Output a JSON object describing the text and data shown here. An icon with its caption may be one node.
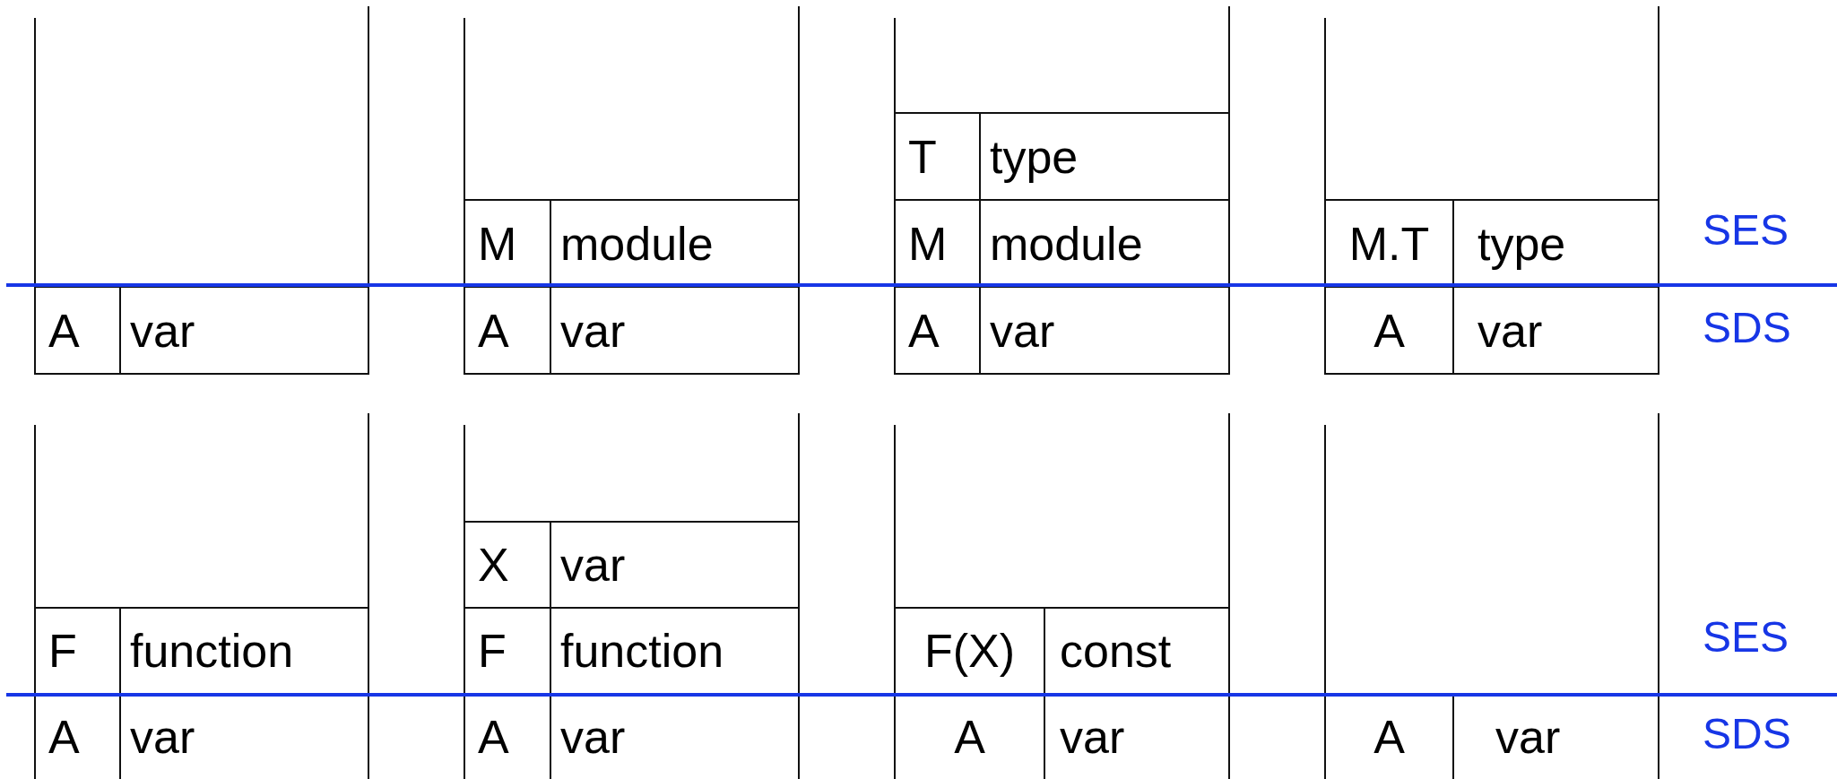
{
  "diagram": {
    "nodes": [
      {
        "text": [],
        "shape": "box"
      },
      {
        "text": [
          "A",
          "var"
        ],
        "in": 0
      },
      {
        "text": [],
        "shape": "box"
      },
      {
        "text": [
          "M",
          "module"
        ],
        "in": 2
      },
      {
        "text": [
          "A",
          "var"
        ],
        "in": 2
      },
      {
        "text": [],
        "shape": "box"
      },
      {
        "text": [
          "T",
          "type"
        ],
        "in": 5
      },
      {
        "text": [
          "M",
          "module"
        ],
        "in": 5
      },
      {
        "text": [
          "A",
          "var"
        ],
        "in": 5
      },
      {
        "text": [],
        "shape": "box"
      },
      {
        "text": [
          "M.T",
          "type"
        ],
        "in": 9
      },
      {
        "text": [
          "A",
          "var"
        ],
        "in": 9
      },
      {
        "text": [],
        "shape": "box"
      },
      {
        "text": [
          "F",
          "function"
        ],
        "in": 12
      },
      {
        "text": [
          "A",
          "var"
        ],
        "in": 12
      },
      {
        "text": [],
        "shape": "box"
      },
      {
        "text": [
          "X",
          "var"
        ],
        "in": 15
      },
      {
        "text": [
          "F",
          "function"
        ],
        "in": 15
      },
      {
        "text": [
          "A",
          "var"
        ],
        "in": 15
      },
      {
        "text": [],
        "shape": "box"
      },
      {
        "text": [
          "F(X)",
          "const"
        ],
        "in": 19
      },
      {
        "text": [
          "A",
          "var"
        ],
        "in": 19
      },
      {
        "text": [],
        "shape": "box"
      },
      {
        "text": [
          "A",
          "var"
        ],
        "in": 22
      }
    ],
    "edges": [],
    "labels": [
      "SES",
      "SDS",
      "SES",
      "SDS"
    ]
  }
}
